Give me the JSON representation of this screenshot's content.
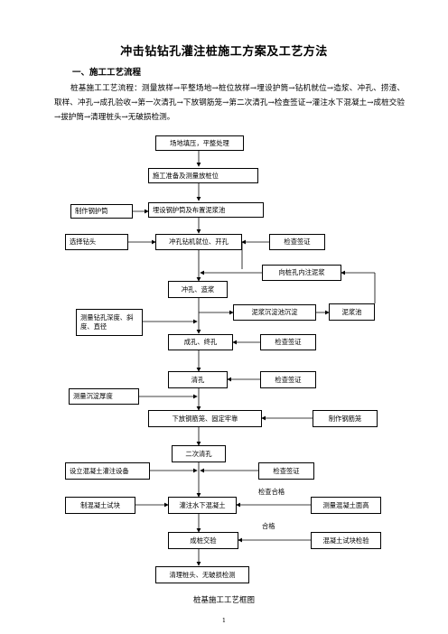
{
  "title": "冲击钻钻孔灌注桩施工方案及工艺方法",
  "section1": "一、施工工艺流程",
  "paragraph": "桩基施工工艺流程：测量放样→平整场地→桩位放样→埋设护筒→钻机就位→造浆、冲孔、捞渣、取样、冲孔→成孔验收→第一次清孔→下放钢筋笼→第二次清孔→检查签证→灌注水下混凝土→成桩交验→拔护筒→清理桩头→无破损检测。",
  "flow": {
    "site": "场地填压，平整处理",
    "prep": "施工准备及测量放桩位",
    "make_casing": "制作钢护筒",
    "bury_casing": "埋设钢护筒及布置泥浆池",
    "select_bit": "选择钻头",
    "rig": "冲孔钻机就位、开孔",
    "check1": "检查签证",
    "inject_mud": "向桩孔内注泥浆",
    "drill_mud": "冲孔、造浆",
    "settle_tank": "泥浆沉淀池沉淀",
    "mud_pit": "泥浆池",
    "measure_depth": "测量钻孔深度、斜度、直径",
    "hole_done": "成孔、终孔",
    "check2": "检查签证",
    "clean": "清孔",
    "check3": "检查签证",
    "measure_sediment": "测量沉淀厚度",
    "lower_cage": "下放钢筋笼、固定牢靠",
    "make_cage": "制作钢筋笼",
    "clean2": "二次清孔",
    "pour_equip": "设立混凝土灌注设备",
    "check4": "检查签证",
    "check_pass_label": "检查合格",
    "make_block": "制混凝土试块",
    "pour": "灌注水下混凝土",
    "measure_surface": "测量混凝土面高",
    "pass_label": "合格",
    "handover": "成桩交验",
    "block_test": "混凝土试块检验",
    "final": "清理桩头、无破损检测"
  },
  "caption": "桩基施工工艺框图",
  "page_number": "1"
}
